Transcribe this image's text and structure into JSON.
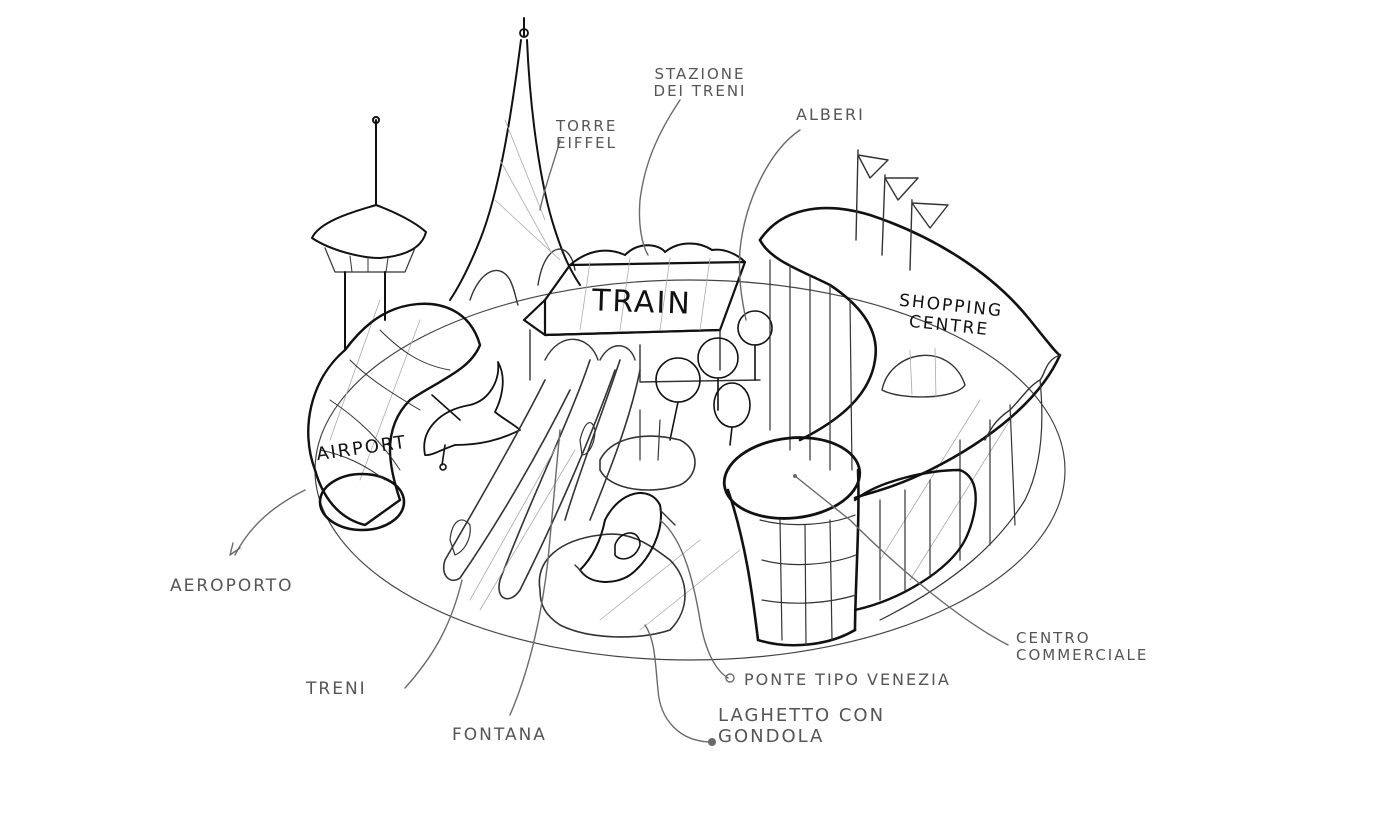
{
  "labels": {
    "torre_eiffel": "TORRE EIFFEL",
    "stazione_dei_treni": "STAZIONE DEI TRENI",
    "alberi": "ALBERI",
    "aeroporto": "AEROPORTO",
    "treni": "TRENI",
    "fontana": "FONTANA",
    "laghetto_con_gondola": "LAGHETTO CON GONDOLA",
    "ponte_tipo_venezia": "PONTE TIPO VENEZIA",
    "centro_commerciale": "CENTRO COMMERCIALE"
  },
  "building_labels": {
    "train": "TRAIN",
    "shopping_centre": "SHOPPING CENTRE",
    "airport": "AIRPORT"
  },
  "colors": {
    "ink": "#111111",
    "annotation": "#555555",
    "paper": "#ffffff"
  }
}
